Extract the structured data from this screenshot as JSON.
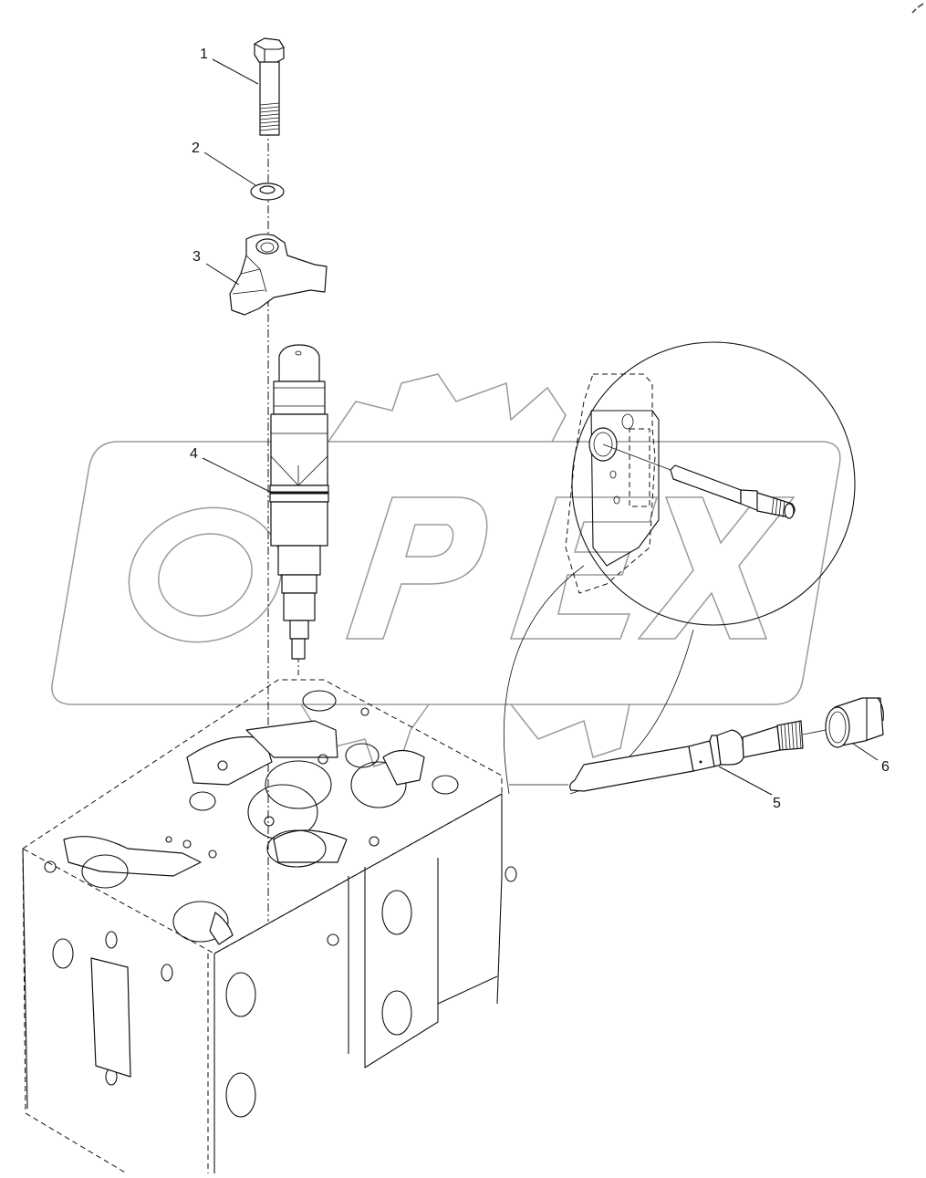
{
  "diagram": {
    "type": "exploded parts view",
    "subject": "Fuel injector assembly on cylinder head",
    "watermark": "OPEX",
    "colors": {
      "line": "#111111",
      "watermark": "#9a9a9a",
      "background": "#ffffff"
    },
    "callouts": [
      {
        "id": "1",
        "label": "1",
        "part": "bolt"
      },
      {
        "id": "2",
        "label": "2",
        "part": "washer"
      },
      {
        "id": "3",
        "label": "3",
        "part": "injector clamp"
      },
      {
        "id": "4",
        "label": "4",
        "part": "fuel injector"
      },
      {
        "id": "5",
        "label": "5",
        "part": "injector connector pipe"
      },
      {
        "id": "6",
        "label": "6",
        "part": "pressure nut"
      }
    ],
    "detail_view": "circular inset showing connector pipe inserted into cylinder head side"
  }
}
